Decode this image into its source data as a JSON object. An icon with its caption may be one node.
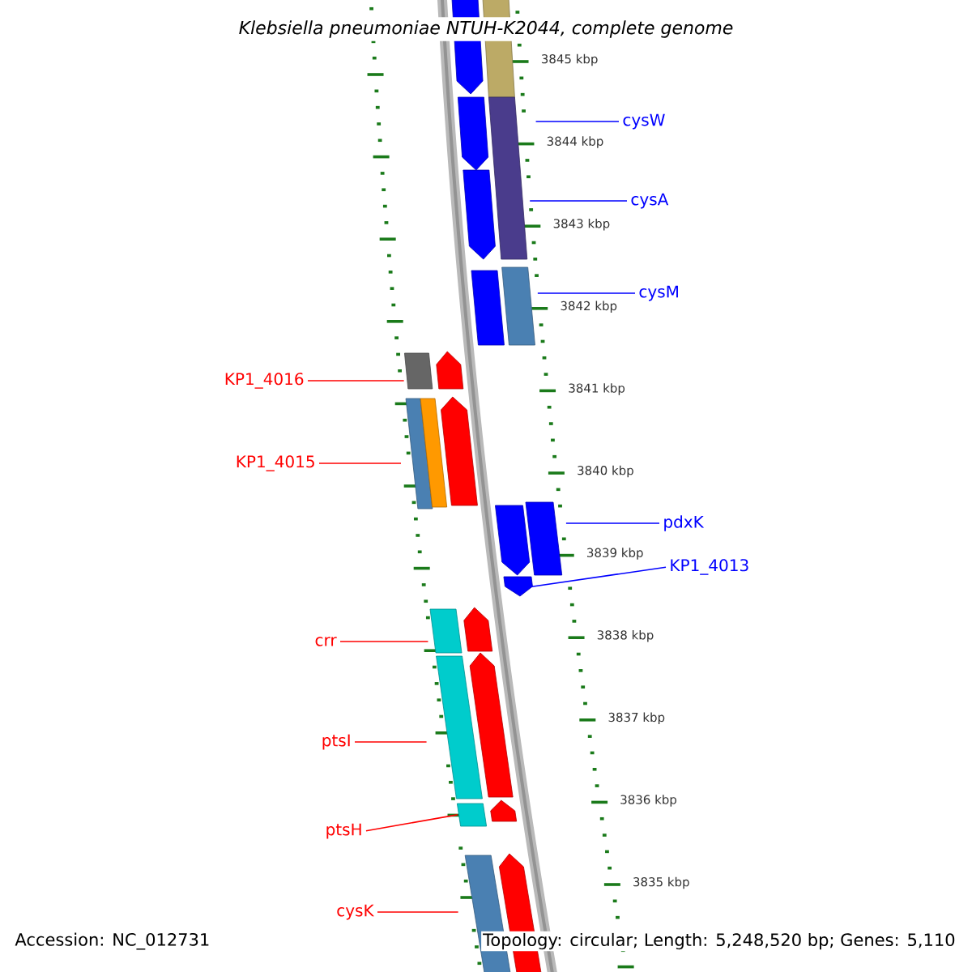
{
  "diagram": {
    "title": "Klebsiella pneumoniae NTUH-K2044, complete genome",
    "nodes": [
      {
        "text": [
          "cysW"
        ]
      },
      {
        "text": [
          "cysA"
        ]
      },
      {
        "text": [
          "cysM"
        ]
      },
      {
        "text": [
          "KP1_4016"
        ]
      },
      {
        "text": [
          "KP1_4015"
        ]
      },
      {
        "text": [
          "pdxK"
        ]
      },
      {
        "text": [
          "KP1_4013"
        ]
      },
      {
        "text": [
          "crr"
        ]
      },
      {
        "text": [
          "ptsI"
        ]
      },
      {
        "text": [
          "ptsH"
        ]
      },
      {
        "text": [
          "cysK"
        ]
      },
      {
        "text": [],
        "shape": "arrow"
      },
      {
        "text": [],
        "shape": "bar"
      },
      {
        "text": [],
        "shape": "arrow"
      },
      {
        "text": [],
        "shape": "bar"
      },
      {
        "text": [],
        "shape": "arrow"
      },
      {
        "text": [],
        "shape": "bar"
      },
      {
        "text": [],
        "shape": "bar"
      },
      {
        "text": [],
        "shape": "bar"
      },
      {
        "text": [],
        "shape": "arrow"
      },
      {
        "text": [],
        "shape": "bar"
      },
      {
        "text": [],
        "shape": "bar"
      },
      {
        "text": [],
        "shape": "arrow"
      },
      {
        "text": [],
        "shape": "arrow"
      },
      {
        "text": [],
        "shape": "bar"
      },
      {
        "text": [],
        "shape": "arrow"
      },
      {
        "text": [],
        "shape": "bar"
      },
      {
        "text": [],
        "shape": "arrow"
      },
      {
        "text": [],
        "shape": "bar"
      },
      {
        "text": [],
        "shape": "arrow"
      },
      {
        "text": [],
        "shape": "bar"
      },
      {
        "text": [],
        "shape": "arrow"
      },
      {
        "text": [],
        "shape": "bar"
      },
      {
        "text": [],
        "shape": "arrow"
      }
    ],
    "edges": [
      {
        "from": 0,
        "to": 14,
        "arrow": "none",
        "color": "#0000ff"
      },
      {
        "from": 1,
        "to": 14,
        "arrow": "none",
        "color": "#0000ff"
      },
      {
        "from": 2,
        "to": 17,
        "arrow": "none",
        "color": "#0000ff"
      },
      {
        "from": 3,
        "to": 18,
        "arrow": "none"
      },
      {
        "from": 4,
        "to": 20,
        "arrow": "none"
      },
      {
        "from": 5,
        "to": 24,
        "arrow": "none",
        "color": "#0000ff"
      },
      {
        "from": 6,
        "to": 25,
        "arrow": "none",
        "color": "#0000ff"
      },
      {
        "from": 7,
        "to": 26,
        "arrow": "none"
      },
      {
        "from": 8,
        "to": 28,
        "arrow": "none"
      },
      {
        "from": 9,
        "to": 30,
        "arrow": "none"
      },
      {
        "from": 10,
        "to": 32,
        "arrow": "none"
      }
    ],
    "labels": [
      "3845 kbp",
      "3844 kbp",
      "3843 kbp",
      "3842 kbp",
      "3841 kbp",
      "3840 kbp",
      "3839 kbp",
      "3838 kbp",
      "3837 kbp",
      "3836 kbp",
      "3835 kbp",
      "Accession: NC_012731",
      "Topology: circular; Length: 5,248,520 bp; Genes: 5,110"
    ]
  }
}
